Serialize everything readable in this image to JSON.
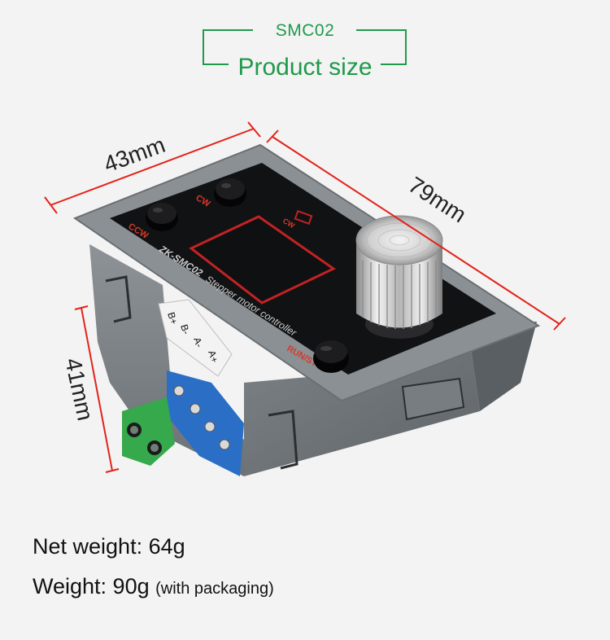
{
  "header": {
    "model": "SMC02",
    "section_title": "Product size",
    "accent_color": "#1f9a4a"
  },
  "dimensions": {
    "width_label": "43mm",
    "length_label": "79mm",
    "height_label": "41mm",
    "line_color": "#e2231a"
  },
  "device": {
    "button_ccw": "CCW",
    "button_cw": "CW",
    "button_cw2": "CW",
    "model_label": "ZK-SMC02",
    "product_label": "Stepper motor controller",
    "button_run": "RUN/STOP",
    "terminal_labels": [
      "A+",
      "A-",
      "B-",
      "B+"
    ]
  },
  "specs": {
    "net_weight": "Net weight: 64g",
    "weight": "Weight: 90g",
    "weight_note": "(with packaging)"
  }
}
